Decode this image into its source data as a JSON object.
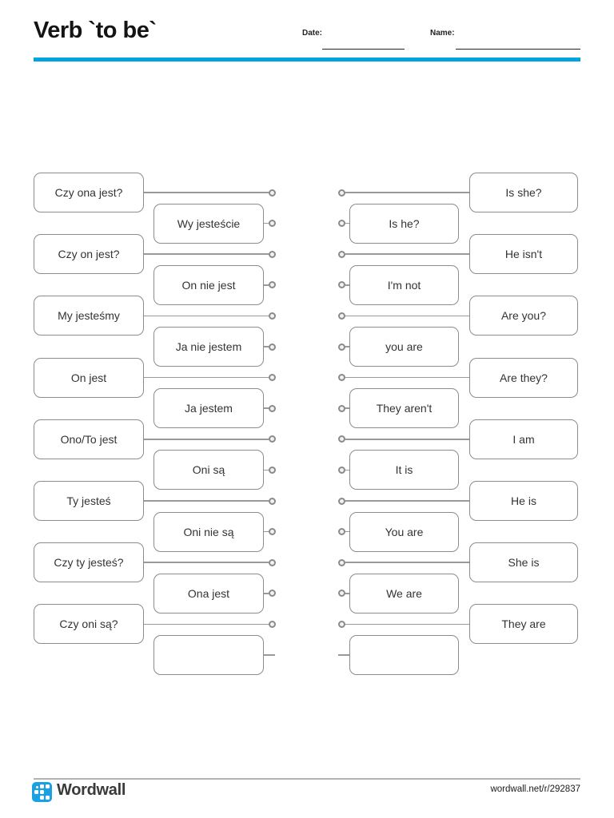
{
  "header": {
    "title": "Verb `to be`",
    "date_label": "Date:",
    "name_label": "Name:"
  },
  "colors": {
    "accent_blue": "#00a3e2",
    "connector_gray": "#999999",
    "box_border_gray": "#8c8c8c",
    "text_dark": "#333333",
    "logo_blue": "#1ba0e1"
  },
  "worksheet": {
    "left_pairs_column": [
      "Czy ona jest?",
      "Czy on jest?",
      "My jesteśmy",
      "On jest",
      "Ono/To jest",
      "Ty jesteś",
      "Czy ty jesteś?",
      "Czy oni są?"
    ],
    "middle_left_column": [
      "Wy jesteście",
      "On nie jest",
      "Ja nie jestem",
      "Ja jestem",
      "Oni są",
      "Oni nie są",
      "Ona jest",
      ""
    ],
    "middle_right_column": [
      "Is he?",
      "I'm not",
      "you are",
      "They aren't",
      "It is",
      "You are",
      "We are",
      ""
    ],
    "right_pairs_column": [
      "Is she?",
      "He isn't",
      "Are you?",
      "Are they?",
      "I am",
      "He is",
      "She is",
      "They are"
    ]
  },
  "footer": {
    "brand": "Wordwall",
    "url": "wordwall.net/r/292837"
  }
}
